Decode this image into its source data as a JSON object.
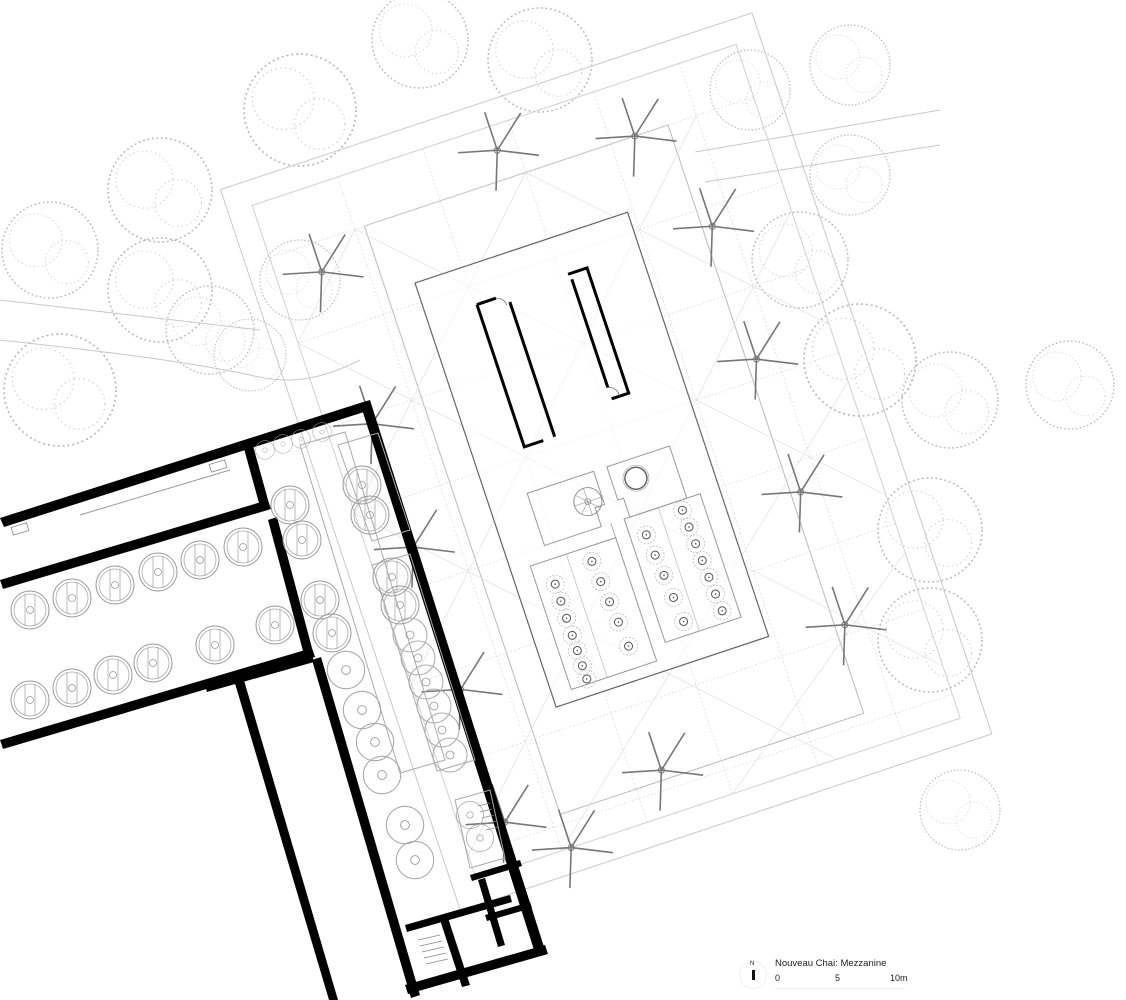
{
  "drawing": {
    "title": "Nouveau Chai: Mezzanine",
    "type": "architectural floor plan",
    "colors": {
      "wall": "#000000",
      "line": "#888888",
      "light_line": "#c8c8c8",
      "tree": "#b0b0b0",
      "background": "#ffffff"
    }
  },
  "scale_bar": {
    "ticks": [
      "0",
      "5",
      "10m"
    ]
  },
  "north_arrow": {
    "label": "N",
    "icon": "north-arrow-icon"
  },
  "elements": {
    "existing_building": {
      "cellar_rooms": 3,
      "barrels_left_hall": 16,
      "tanks_main_hall": 30
    },
    "pavilion": {
      "tree_columns": 13,
      "enclosed_rooms": 2,
      "tank_groups": 2,
      "spiral_stair": 1,
      "circular_lift": 1
    }
  }
}
